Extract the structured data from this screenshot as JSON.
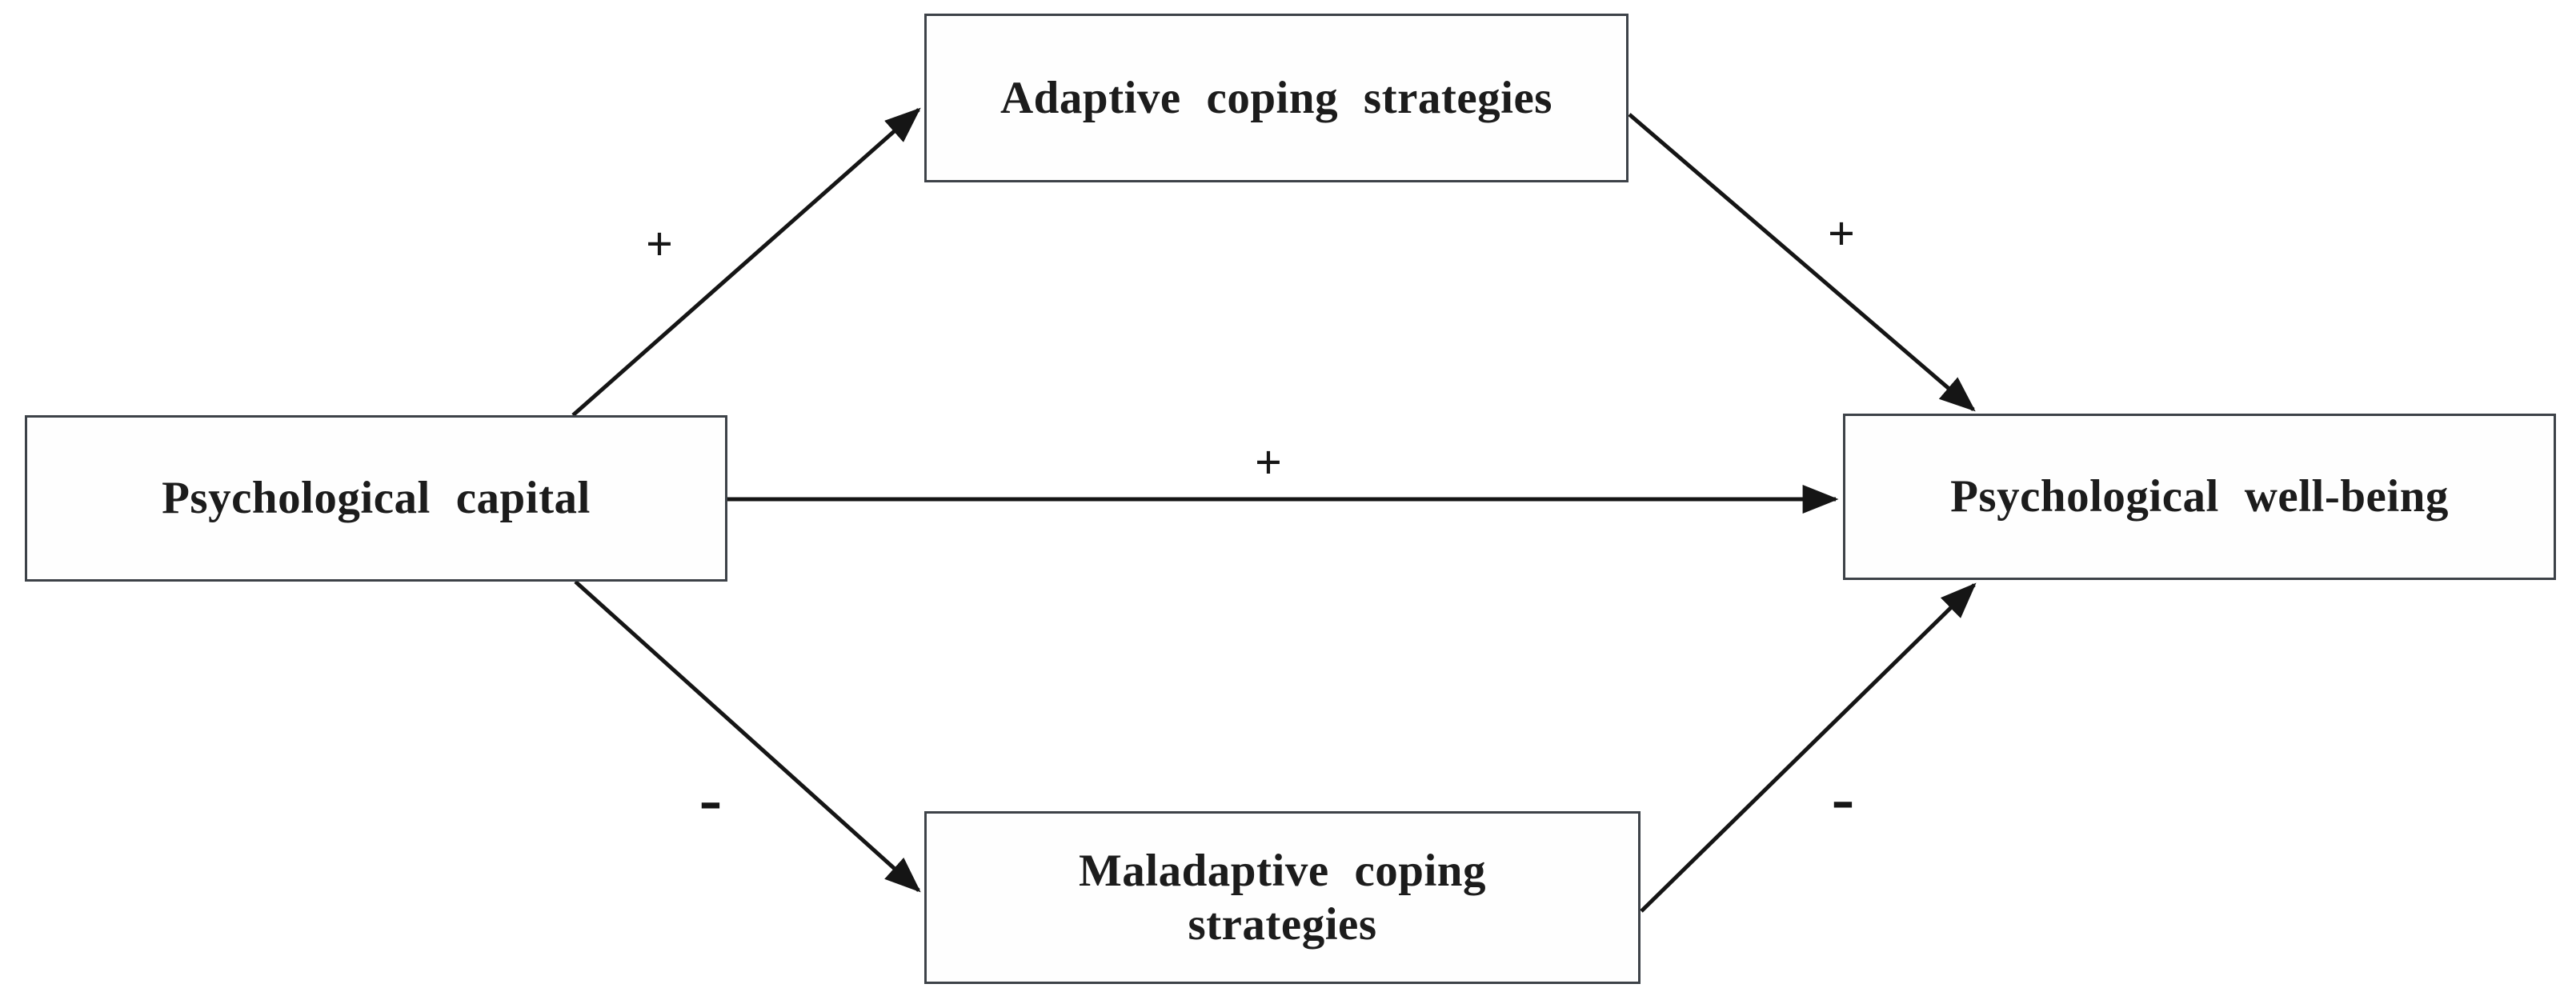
{
  "figure": {
    "background": "#ffffff",
    "box_fill": "#fefefe",
    "box_border_color": "#3d4248",
    "line_color": "#151515",
    "text_color": "#1c1c1c"
  },
  "nodes": {
    "predictor": {
      "label": "Psychological capital"
    },
    "mediator_top": {
      "label": "Adaptive coping strategies"
    },
    "mediator_bottom": {
      "label": "Maladaptive coping strategies"
    },
    "outcome": {
      "label": "Psychological well-being"
    }
  },
  "edges": {
    "predictor_to_adaptive": {
      "sign": "+"
    },
    "adaptive_to_outcome": {
      "sign": "+"
    },
    "predictor_to_outcome": {
      "sign": "+"
    },
    "predictor_to_maladaptive": {
      "sign": "-"
    },
    "maladaptive_to_outcome": {
      "sign": "-"
    }
  }
}
